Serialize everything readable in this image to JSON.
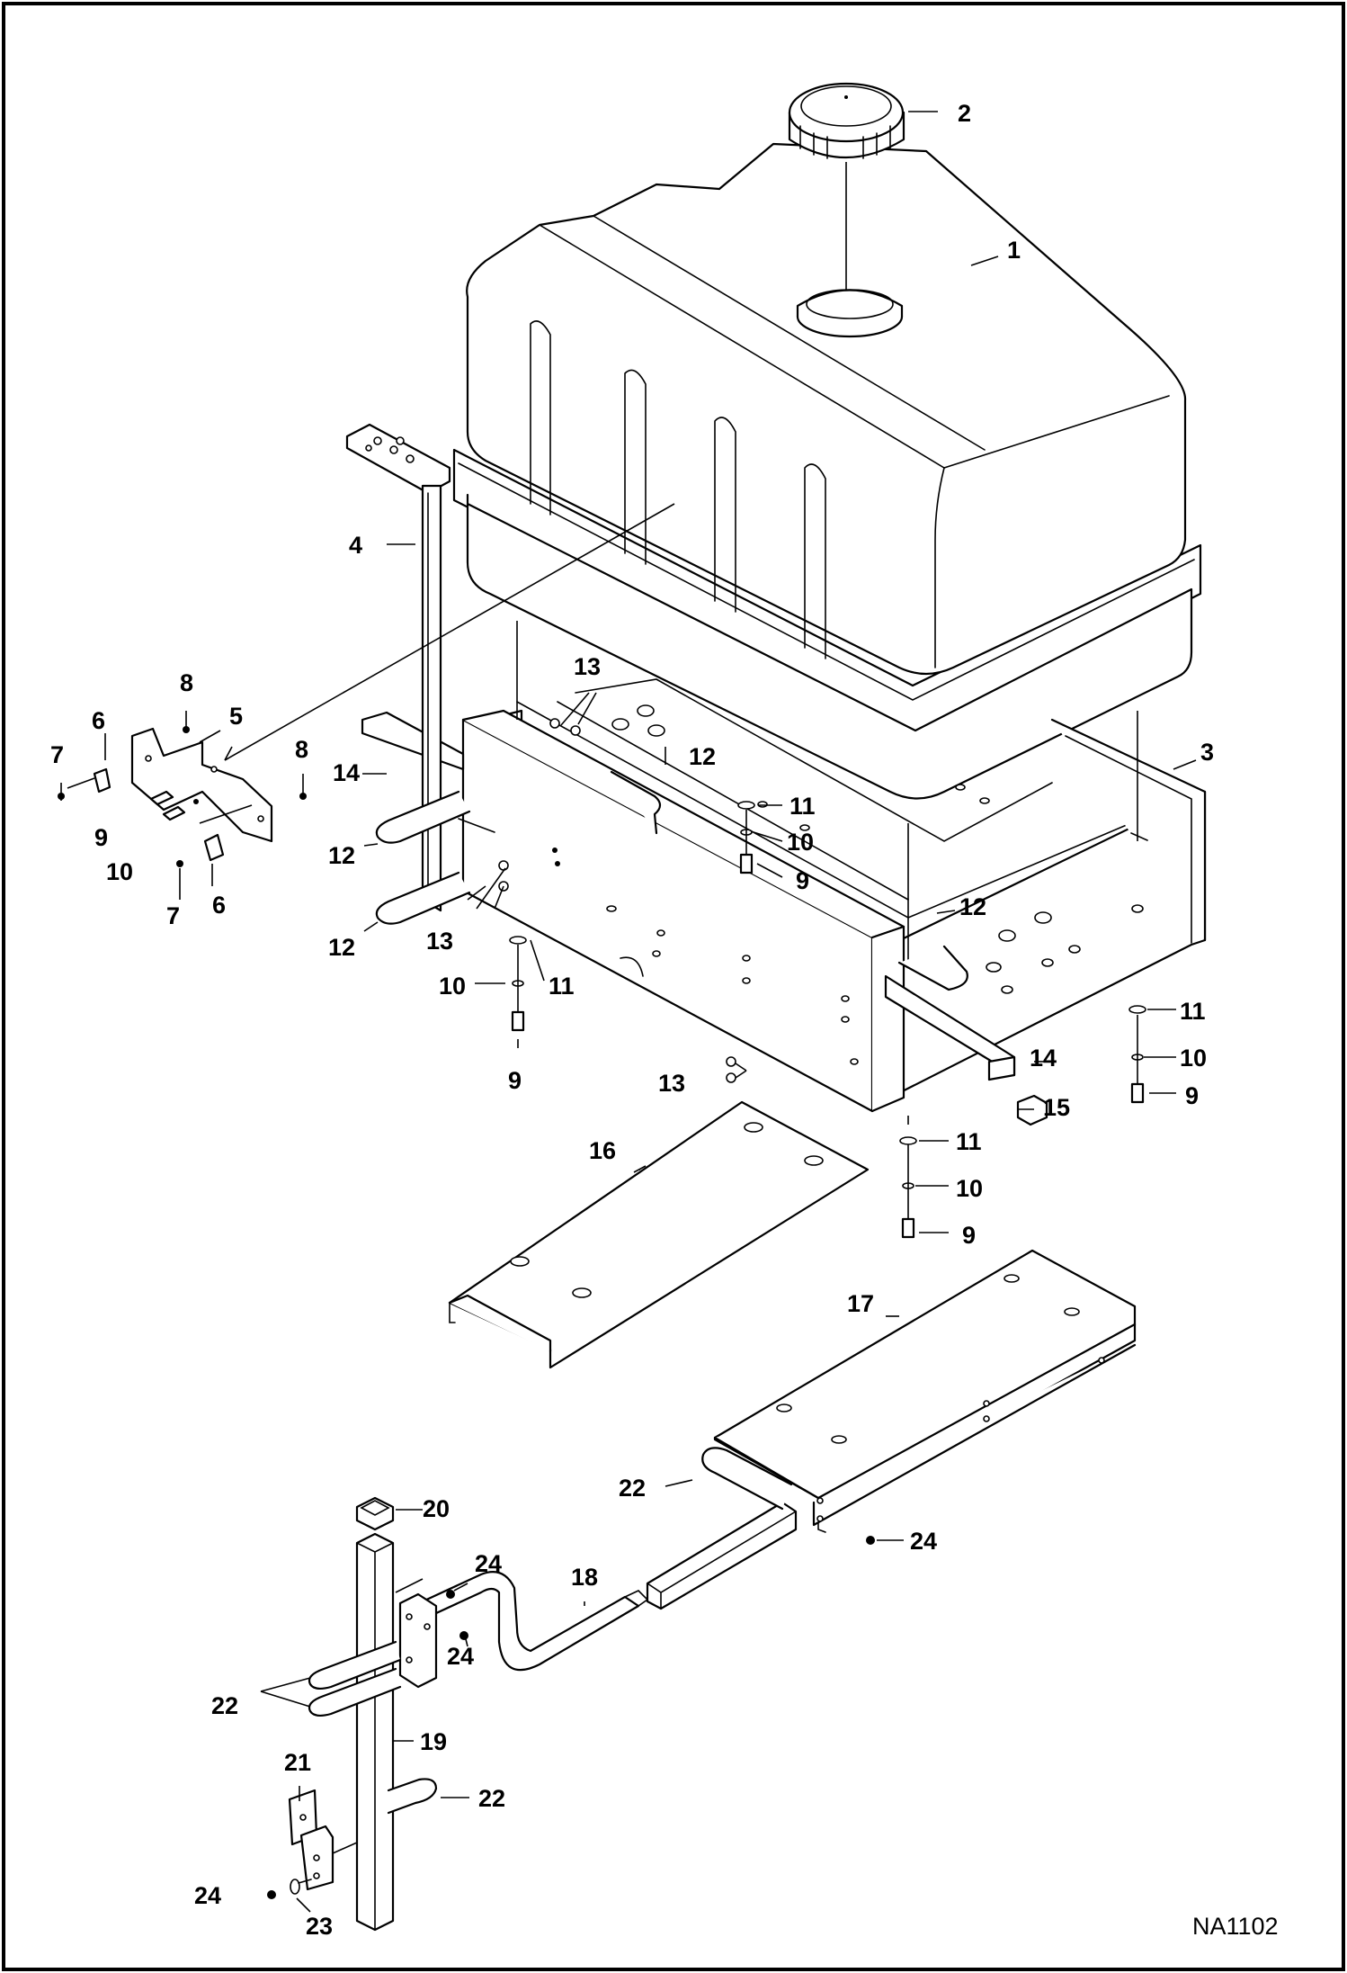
{
  "drawing_code": "NA1102",
  "colors": {
    "line": "#000000",
    "background": "#ffffff"
  },
  "callouts": {
    "c1": "1",
    "c2": "2",
    "c3": "3",
    "c4": "4",
    "c5": "5",
    "c6a": "6",
    "c6b": "6",
    "c7a": "7",
    "c7b": "7",
    "c8a": "8",
    "c8b": "8",
    "c9a": "9",
    "c9b": "9",
    "c9c": "9",
    "c9d": "9",
    "c9e": "9",
    "c10a": "10",
    "c10b": "10",
    "c10c": "10",
    "c10d": "10",
    "c10e": "10",
    "c11a": "11",
    "c11b": "11",
    "c11c": "11",
    "c11d": "11",
    "c12a": "12",
    "c12b": "12",
    "c12c": "12",
    "c12d": "12",
    "c13a": "13",
    "c13b": "13",
    "c13c": "13",
    "c14a": "14",
    "c14b": "14",
    "c15": "15",
    "c16": "16",
    "c17": "17",
    "c18": "18",
    "c19": "19",
    "c20": "20",
    "c21": "21",
    "c22a": "22",
    "c22b": "22",
    "c22c": "22",
    "c23": "23",
    "c24a": "24",
    "c24b": "24",
    "c24c": "24",
    "c24d": "24"
  }
}
